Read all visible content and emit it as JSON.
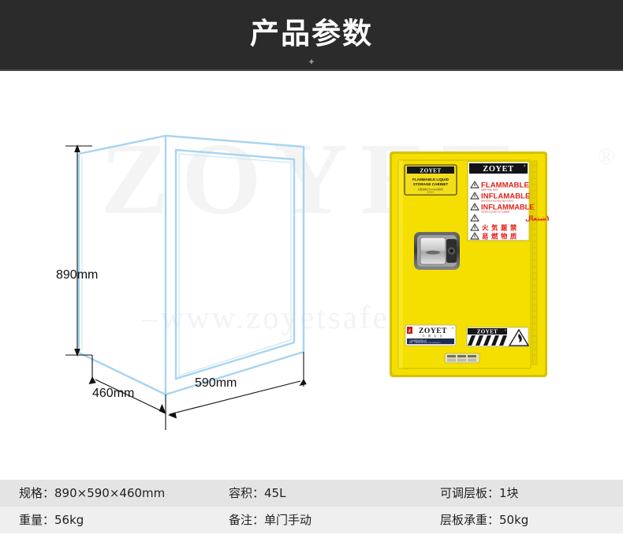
{
  "header": {
    "title": "产品参数",
    "plus": "+",
    "background_color": "#2b2b2b"
  },
  "watermark": {
    "brand": "ZOYET",
    "registered": "®",
    "url": "–www.zoyetsafe.com–"
  },
  "drawing": {
    "height_label": "890mm",
    "depth_label": "460mm",
    "width_label": "590mm",
    "line_color": "#a8d4f0",
    "dimension_color": "#111111"
  },
  "product": {
    "body_color": "#f5df00",
    "edge_color": "#d6c200",
    "brand": "ZOYET",
    "left_label": {
      "brand": "ZOYET",
      "line1": "FLAMMABLE LIQUID",
      "line2": "STORAGE CABINET"
    },
    "warning_label": {
      "brand": "ZOYET",
      "rows": [
        {
          "text": "FLAMMABLE",
          "sub": "KEEP FIRE AWAY"
        },
        {
          "text": "INFLAMABLE",
          "sub": "MANTENGA ALEJADO DEL FUEGO"
        },
        {
          "text": "INFLAMMABLE",
          "sub": "TENIR A L'ECART DU FLAMME"
        },
        {
          "text": "سريع الاشتعال",
          "sub": ""
        },
        {
          "text": "火 気 厳 禁",
          "sub": ""
        },
        {
          "text": "易 燃 物 质",
          "sub": ""
        }
      ],
      "text_color": "#e2231a"
    },
    "nameplate": {
      "brand": "ZOYET"
    },
    "hazard_label": {
      "brand": "ZOYET"
    }
  },
  "specs": {
    "rows": [
      [
        "规格：890×590×460mm",
        "容积：45L",
        "可调层板：1块"
      ],
      [
        "重量：56kg",
        "备注：单门手动",
        "层板承重：50kg"
      ]
    ]
  }
}
